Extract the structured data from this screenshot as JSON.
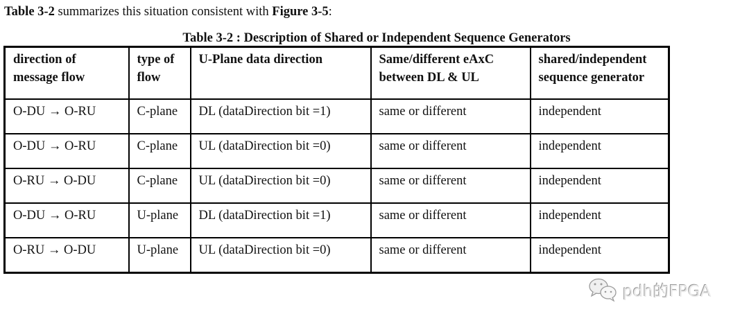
{
  "intro": {
    "ref_table": "Table 3-2",
    "middle_text": " summarizes this situation consistent with ",
    "ref_figure": "Figure 3-5",
    "end_text": ":"
  },
  "table": {
    "caption": "Table 3-2 : Description of Shared or Independent Sequence Generators",
    "headers": [
      "direction of message flow",
      "type of flow",
      "U-Plane data direction",
      "Same/different eAxC between DL & UL",
      "shared/independent sequence generator"
    ],
    "rows": [
      [
        "O-DU → O-RU",
        "C-plane",
        "DL (dataDirection bit =1)",
        "same or different",
        "independent"
      ],
      [
        "O-DU → O-RU",
        "C-plane",
        "UL (dataDirection bit =0)",
        "same or different",
        "independent"
      ],
      [
        "O-RU → O-DU",
        "C-plane",
        "UL (dataDirection bit =0)",
        "same or different",
        "independent"
      ],
      [
        "O-DU → O-RU",
        "U-plane",
        "DL (dataDirection bit =1)",
        "same or different",
        "independent"
      ],
      [
        "O-RU → O-DU",
        "U-plane",
        "UL (dataDirection bit =0)",
        "same or different",
        "independent"
      ]
    ]
  },
  "watermark": {
    "icon": "wechat-icon",
    "text": "pdh的FPGA"
  }
}
